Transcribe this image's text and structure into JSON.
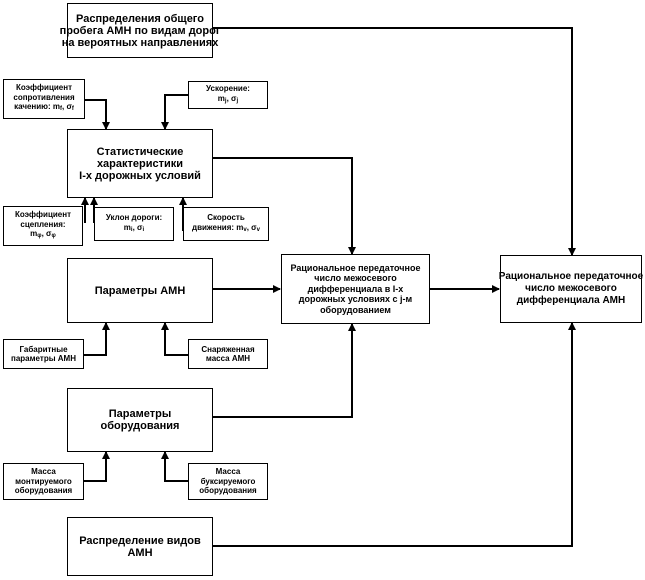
{
  "boxes": {
    "distribution_mileage": {
      "lines": [
        "Распределения общего",
        "пробега АМН по видам дорог",
        "на вероятных  направлениях"
      ]
    },
    "rolling_resistance": {
      "lines": [
        "Коэффициент",
        "сопротивления",
        "качению: m"
      ],
      "sub1": "f",
      "mid": ", σ",
      "sub2": "f"
    },
    "acceleration": {
      "line1": "Ускорение:",
      "pre": "m",
      "sub1": "j",
      "mid": ", σ",
      "sub2": "j"
    },
    "statistical": {
      "lines": [
        "Статистические",
        "характеристики",
        "I-x  дорожных условий"
      ]
    },
    "adhesion": {
      "lines": [
        "Коэффициент",
        "сцепления:"
      ],
      "pre": "m",
      "sub1": "φ",
      "mid": ", σ",
      "sub2": "φ"
    },
    "slope": {
      "line1": "Уклон дороги:",
      "pre": "m",
      "sub1": "i",
      "mid": ", σ",
      "sub2": "i"
    },
    "speed": {
      "line1": "Скорость",
      "pre": "движения: m",
      "sub1": "v",
      "mid": ", σ",
      "sub2": "v"
    },
    "amn_params": {
      "text": "Параметры АМН"
    },
    "rational_i": {
      "lines": [
        "Рациональное передаточное",
        "число межосевого",
        "дифференциала в I-x",
        "дорожных условиях с j-м",
        "оборудованием"
      ]
    },
    "rational_amn": {
      "lines": [
        "Рациональное передаточное",
        "число межосевого",
        "дифференциала АМН"
      ]
    },
    "dimensions": {
      "lines": [
        "Габаритные",
        "параметры АМН"
      ]
    },
    "curb_mass": {
      "lines": [
        "Снаряженная",
        "масса АМН"
      ]
    },
    "equipment_params": {
      "text": "Параметры оборудования"
    },
    "mounted_mass": {
      "lines": [
        "Масса",
        "монтируемого",
        "оборудования"
      ]
    },
    "towed_mass": {
      "lines": [
        "Масса",
        "буксируемого",
        "оборудования"
      ]
    },
    "amn_types": {
      "text": "Распределение видов  АМН"
    }
  }
}
